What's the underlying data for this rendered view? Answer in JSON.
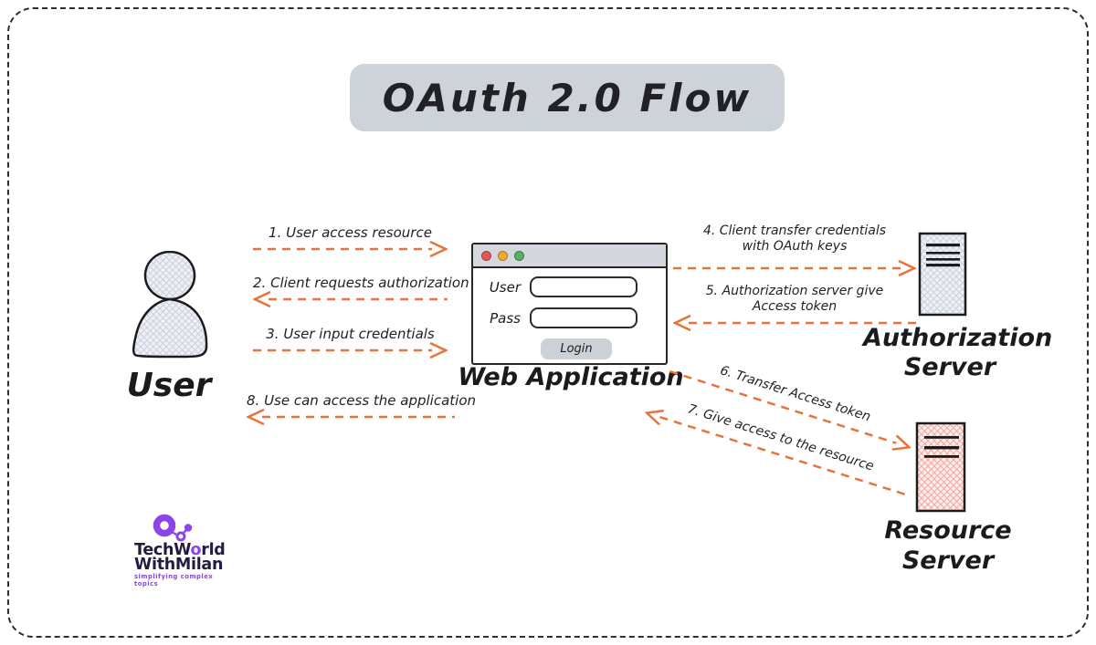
{
  "title": "OAuth 2.0 Flow",
  "colors": {
    "arrow": "#e8733a",
    "title_banner_bg": "#ced3da",
    "window_titlebar_bg": "#d4d8dd",
    "window_dot_close": "#e4564f",
    "window_dot_minimize": "#f2a72f",
    "window_dot_maximize": "#55b25e",
    "auth_server_hatch": "#ccd2de",
    "resource_server_hatch": "#f0a29b",
    "brand_purple": "#8b45e9"
  },
  "actors": {
    "user": {
      "label": "User"
    },
    "web_app": {
      "label": "Web Application",
      "username_label": "User",
      "password_label": "Pass",
      "login_button": "Login"
    },
    "auth_server": {
      "label_line1": "Authorization",
      "label_line2": "Server"
    },
    "resource_server": {
      "label_line1": "Resource",
      "label_line2": "Server"
    }
  },
  "flows": {
    "f1": {
      "label": "1. User access resource",
      "direction": "right"
    },
    "f2": {
      "label": "2. Client requests authorization",
      "direction": "left"
    },
    "f3": {
      "label": "3. User input credentials",
      "direction": "right"
    },
    "f4": {
      "label_line1": "4. Client transfer credentials",
      "label_line2": "with OAuth keys",
      "direction": "right"
    },
    "f5": {
      "label_line1": "5. Authorization server give",
      "label_line2": "Access token",
      "direction": "left"
    },
    "f6": {
      "label": "6. Transfer Access token",
      "direction": "right"
    },
    "f7": {
      "label": "7. Give access to the resource",
      "direction": "left"
    },
    "f8": {
      "label": "8. Use can access the application",
      "direction": "left"
    }
  },
  "logo": {
    "name_top_prefix": "TechW",
    "name_top_o": "o",
    "name_top_suffix": "rld",
    "name_bottom": "WithMilan",
    "tagline": "simplifying complex topics"
  }
}
